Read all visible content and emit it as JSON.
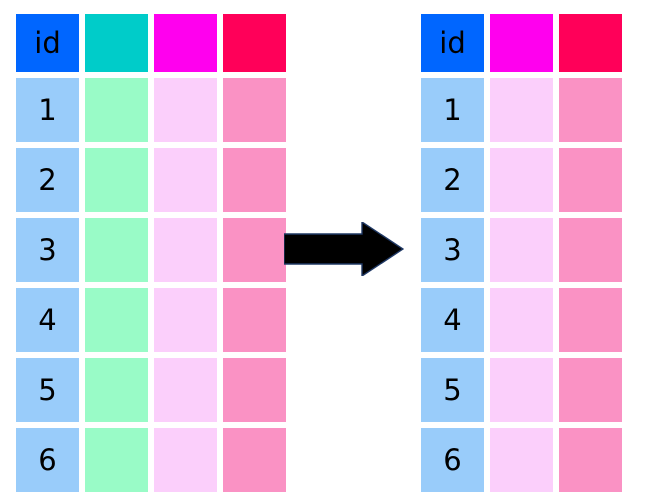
{
  "figure": {
    "type": "table-transformation-diagram",
    "description": "Dropping a column from a table",
    "background_color": "#ffffff"
  },
  "palette": {
    "header_id": "#0066ff",
    "header_teal": "#00ccc9",
    "header_magenta": "#ff00ee",
    "header_crimson": "#ff0059",
    "body_id": "#99ccfa",
    "body_teal": "#99fbc7",
    "body_magenta": "#fbcffb",
    "body_crimson": "#fa92c4",
    "arrow_fill": "#000000",
    "arrow_stroke": "#1f3864",
    "text": "#000000"
  },
  "left_table": {
    "name": "source-table",
    "column_count": 4,
    "row_count": 6,
    "headers": [
      {
        "label": "id",
        "color": "#0066ff",
        "named": true
      },
      {
        "label": "",
        "color": "#00ccc9",
        "named": false
      },
      {
        "label": "",
        "color": "#ff00ee",
        "named": false
      },
      {
        "label": "",
        "color": "#ff0059",
        "named": false
      }
    ],
    "body_colors": [
      "#99ccfa",
      "#99fbc7",
      "#fbcffb",
      "#fa92c4"
    ],
    "rows": [
      {
        "id": "1",
        "cells": [
          "1",
          "",
          "",
          ""
        ]
      },
      {
        "id": "2",
        "cells": [
          "2",
          "",
          "",
          ""
        ]
      },
      {
        "id": "3",
        "cells": [
          "3",
          "",
          "",
          ""
        ]
      },
      {
        "id": "4",
        "cells": [
          "4",
          "",
          "",
          ""
        ]
      },
      {
        "id": "5",
        "cells": [
          "5",
          "",
          "",
          ""
        ]
      },
      {
        "id": "6",
        "cells": [
          "6",
          "",
          "",
          ""
        ]
      }
    ]
  },
  "right_table": {
    "name": "result-table",
    "column_count": 3,
    "row_count": 6,
    "headers": [
      {
        "label": "id",
        "color": "#0066ff",
        "named": true
      },
      {
        "label": "",
        "color": "#ff00ee",
        "named": false
      },
      {
        "label": "",
        "color": "#ff0059",
        "named": false
      }
    ],
    "body_colors": [
      "#99ccfa",
      "#fbcffb",
      "#fa92c4"
    ],
    "rows": [
      {
        "id": "1",
        "cells": [
          "1",
          "",
          ""
        ]
      },
      {
        "id": "2",
        "cells": [
          "2",
          "",
          ""
        ]
      },
      {
        "id": "3",
        "cells": [
          "3",
          "",
          ""
        ]
      },
      {
        "id": "4",
        "cells": [
          "4",
          "",
          ""
        ]
      },
      {
        "id": "5",
        "cells": [
          "5",
          "",
          ""
        ]
      },
      {
        "id": "6",
        "cells": [
          "6",
          "",
          ""
        ]
      }
    ]
  },
  "arrow": {
    "label": "",
    "direction": "right",
    "icon": "right-arrow-icon"
  }
}
